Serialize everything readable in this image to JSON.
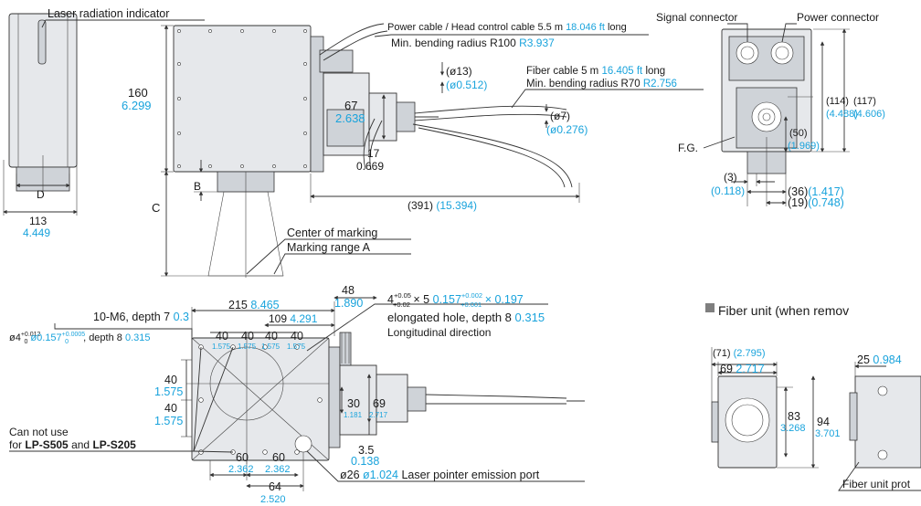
{
  "labels": {
    "laser_indicator": "Laser radiation indicator",
    "power_cable": "Power cable / Head control cable 5.5 m",
    "power_cable_ft": "18.046 ft",
    "power_cable_long": "long",
    "power_bend": "Min. bending radius R100",
    "power_bend_in": "R3.937",
    "fiber_cable": "Fiber cable 5 m",
    "fiber_cable_ft": "16.405 ft",
    "fiber_cable_long": "long",
    "fiber_bend": "Min. bending radius R70",
    "fiber_bend_in": "R2.756",
    "signal_connector": "Signal connector",
    "power_connector": "Power connector",
    "fg": "F.G.",
    "center_marking": "Center of marking",
    "marking_range": "Marking range A",
    "m6": "10-M6, depth 7",
    "m6_in": "0.3",
    "phi4": "ø4",
    "phi4_tol_up": "+0.012",
    "phi4_tol_dn": "0",
    "phi4_in": "ø0.157",
    "phi4_in_tol_up": "+0.0005",
    "phi4_in_tol_dn": "0",
    "phi4_depth": ", depth 8",
    "phi4_depth_in": "0.315",
    "slot": "4",
    "slot_tol_up": "+0.05",
    "slot_tol_dn": "+0.02",
    "slot_x5": "× 5",
    "slot_in": "0.157",
    "slot_in_tol_up": "+0.002",
    "slot_in_tol_dn": "+0.001",
    "slot_in_x": "× 0.197",
    "slot_depth": "elongated hole, depth 8",
    "slot_depth_in": "0.315",
    "longitudinal": "Longitudinal direction",
    "cannot_use": "Can not use",
    "cannot_use_for": "for",
    "lp_s505": "LP-S505",
    "and": "and",
    "lp_s205": "LP-S205",
    "pointer_port": "ø26",
    "pointer_port_in": "ø1.024",
    "pointer_port_label": "Laser pointer emission port",
    "fiber_unit_title": "Fiber unit (when remov",
    "fiber_unit_prot": "Fiber unit prot"
  },
  "dims": {
    "d113": "113",
    "d113_in": "4.449",
    "dD": "D",
    "d160": "160",
    "d160_in": "6.299",
    "dB": "B",
    "dC": "C",
    "d13": "(ø13)",
    "d13_in": "(ø0.512)",
    "d67": "67",
    "d67_in": "2.638",
    "d17": "17",
    "d17_in": "0.669",
    "d7": "(ø7)",
    "d7_in": "(ø0.276)",
    "d391": "(391)",
    "d391_in": "(15.394)",
    "d114": "(114)",
    "d114_in": "(4.488)",
    "d117": "(117)",
    "d117_in": "(4.606)",
    "d50": "(50)",
    "d50_in": "(1.969)",
    "d3": "(3)",
    "d3_in": "(0.118)",
    "d36": "(36)",
    "d36_in": "(1.417)",
    "d19": "(19)",
    "d19_in": "(0.748)",
    "d215": "215",
    "d215_in": "8.465",
    "d48": "48",
    "d48_in": "1.890",
    "d109": "109",
    "d109_in": "4.291",
    "d40a": "40",
    "d40a_in": "1.575",
    "d40b": "40",
    "d40b_in": "1.575",
    "d40c": "40",
    "d40c_in": "1.575",
    "d40d": "40",
    "d40d_in": "1.575",
    "d40v1": "40",
    "d40v1_in": "1.575",
    "d40v2": "40",
    "d40v2_in": "1.575",
    "d30": "30",
    "d30_in": "1.181",
    "d69": "69",
    "d69_in": "2.717",
    "d35": "3.5",
    "d35_in": "0.138",
    "d60a": "60",
    "d60a_in": "2.362",
    "d60b": "60",
    "d60b_in": "2.362",
    "d64": "64",
    "d64_in": "2.520",
    "d71": "(71)",
    "d71_in": "(2.795)",
    "d69b": "69",
    "d69b_in": "2.717",
    "d25": "25",
    "d25_in": "0.984",
    "d83": "83",
    "d83_in": "3.268",
    "d94": "94",
    "d94_in": "3.701"
  },
  "colors": {
    "inch_blue": "#19a3dc",
    "line": "#333333"
  }
}
